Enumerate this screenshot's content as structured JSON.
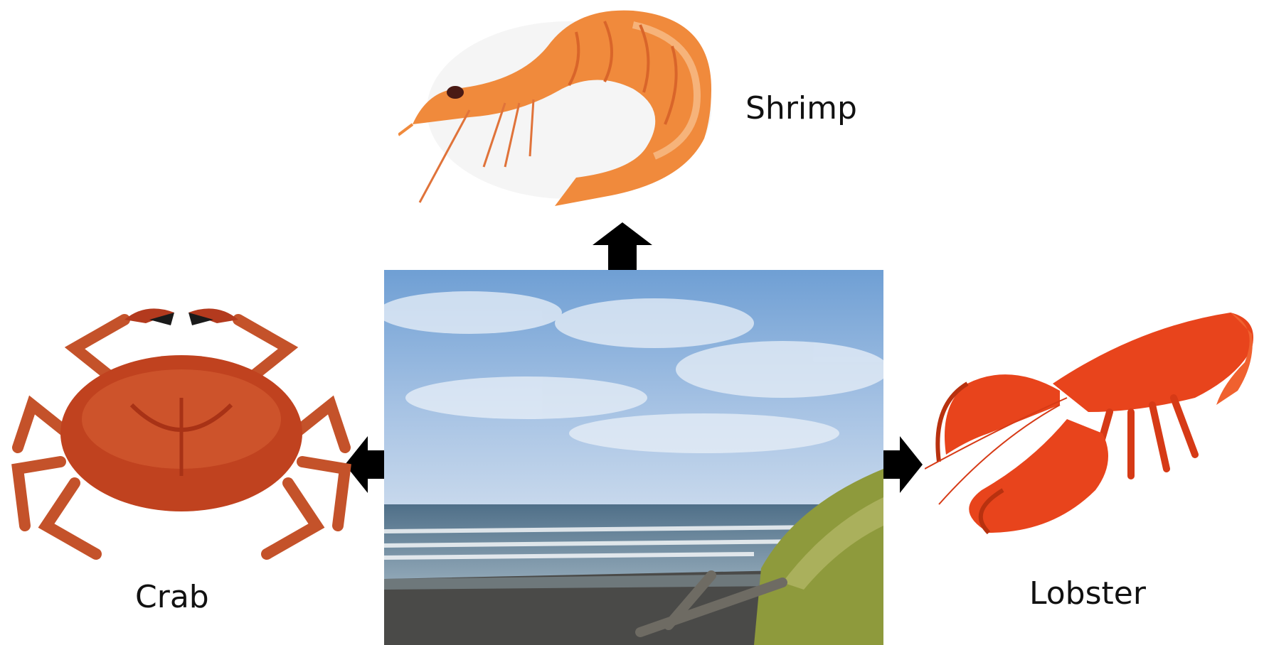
{
  "labels": {
    "shrimp": "Shrimp",
    "crab": "Crab",
    "lobster": "Lobster"
  },
  "icons": {
    "center": "beach-photo",
    "top": "shrimp",
    "left": "crab",
    "right": "lobster",
    "arrows": "block-arrow"
  },
  "colors": {
    "arrow": "#000000",
    "sky": "#7ea6d6",
    "sea": "#5d7f99",
    "sand": "#4a4a48",
    "grass": "#8e9a3c",
    "shrimp": "#f08a3c",
    "crab": "#c0421f",
    "lobster": "#e8441c"
  }
}
